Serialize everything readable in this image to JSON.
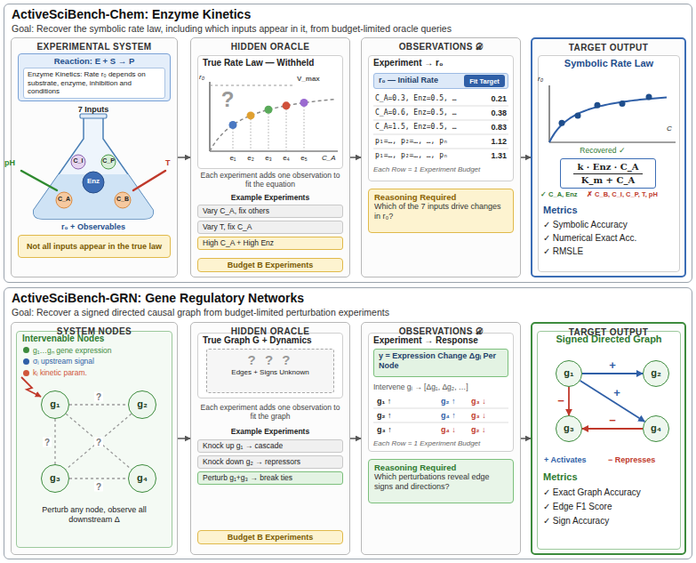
{
  "diagram": {
    "nodes": [
      {
        "text": [
          "ActiveSciBench-Chem: Enzyme Kinetics",
          "Goal: Recover the symbolic rate law, including which inputs appear in it, from budget-limited oracle queries"
        ]
      },
      {
        "text": [
          "EXPERIMENTAL SYSTEM"
        ],
        "in": 0
      },
      {
        "text": [
          "Reaction: E + S → P"
        ],
        "in": 1
      },
      {
        "text": [
          "Enzyme Kinetics: Rate r₀ depends on substrate, enzyme, inhibition and conditions"
        ],
        "in": 2
      },
      {
        "text": [
          "Not all inputs appear in the true law"
        ],
        "in": 1
      },
      {
        "text": [
          "HIDDEN ORACLE"
        ],
        "in": 0
      },
      {
        "text": [
          "True Rate Law — Withheld"
        ],
        "in": 5
      },
      {
        "text": [
          "Vary C_A, fix others"
        ],
        "in": 5
      },
      {
        "text": [
          "Vary T, fix C_A"
        ],
        "in": 5
      },
      {
        "text": [
          "High C_A + High Enz"
        ],
        "in": 5
      },
      {
        "text": [
          "Budget B Experiments"
        ],
        "in": 5
      },
      {
        "text": [
          "OBSERVATIONS 𝒟"
        ],
        "in": 0
      },
      {
        "text": [
          "Experiment → r₀"
        ],
        "in": 11
      },
      {
        "text": [
          "r₀ — Initial Rate"
        ],
        "in": 12
      },
      {
        "text": [
          "Fit Target"
        ],
        "in": 13
      },
      {
        "text": [
          "Reasoning Required",
          "Which of the 7 inputs drive changes in r₀?"
        ],
        "in": 11
      },
      {
        "text": [
          "TARGET OUTPUT"
        ],
        "in": 0
      },
      {
        "text": [
          "Symbolic Rate Law"
        ],
        "in": 16
      },
      {
        "text": [
          "k · Enz · C_A",
          "K_m + C_A"
        ],
        "in": 17
      },
      {
        "text": [
          "ActiveSciBench-GRN: Gene Regulatory Networks",
          "Goal: Recover a signed directed causal graph from budget-limited perturbation experiments"
        ]
      },
      {
        "text": [
          "SYSTEM NODES"
        ],
        "in": 19
      },
      {
        "text": [
          "Intervenable Nodes"
        ],
        "in": 20
      },
      {
        "text": [
          "g₁"
        ],
        "in": 21
      },
      {
        "text": [
          "g₂"
        ],
        "in": 21
      },
      {
        "text": [
          "g₃"
        ],
        "in": 21
      },
      {
        "text": [
          "g₄"
        ],
        "in": 21
      },
      {
        "text": [
          "HIDDEN ORACLE"
        ],
        "in": 19
      },
      {
        "text": [
          "True Graph G + Dynamics"
        ],
        "in": 26
      },
      {
        "text": [
          "? ? ?",
          "Edges + Signs Unknown"
        ],
        "in": 27
      },
      {
        "text": [
          "Knock up g₁ → cascade"
        ],
        "in": 26
      },
      {
        "text": [
          "Knock down g₂ → repressors"
        ],
        "in": 26
      },
      {
        "text": [
          "Perturb g₁+g₃ → break ties"
        ],
        "in": 26
      },
      {
        "text": [
          "Budget B Experiments"
        ],
        "in": 26
      },
      {
        "text": [
          "OBSERVATIONS 𝒟"
        ],
        "in": 19
      },
      {
        "text": [
          "Experiment → Response"
        ],
        "in": 33
      },
      {
        "text": [
          "y = Expression Change Δgᵢ Per Node"
        ],
        "in": 34
      },
      {
        "text": [
          "Reasoning Required",
          "Which perturbations reveal edge signs and directions?"
        ],
        "in": 33
      },
      {
        "text": [
          "TARGET OUTPUT"
        ],
        "in": 19
      },
      {
        "text": [
          "Signed Directed Graph"
        ],
        "in": 37
      },
      {
        "text": [
          "g₁"
        ],
        "in": 38
      },
      {
        "text": [
          "g₂"
        ],
        "in": 38
      },
      {
        "text": [
          "g₃"
        ],
        "in": 38
      },
      {
        "text": [
          "g₄"
        ],
        "in": 38
      }
    ],
    "edges": [
      {
        "from": 1,
        "to": 5,
        "arrow": "to"
      },
      {
        "from": 5,
        "to": 11,
        "arrow": "to"
      },
      {
        "from": 11,
        "to": 16,
        "arrow": "to"
      },
      {
        "from": 20,
        "to": 26,
        "arrow": "to"
      },
      {
        "from": 26,
        "to": 33,
        "arrow": "to"
      },
      {
        "from": 33,
        "to": 37,
        "arrow": "to"
      },
      {
        "from": 22,
        "to": 23,
        "arrow": "none",
        "label": "?"
      },
      {
        "from": 22,
        "to": 24,
        "arrow": "none",
        "label": "?"
      },
      {
        "from": 22,
        "to": 25,
        "arrow": "none"
      },
      {
        "from": 23,
        "to": 24,
        "arrow": "none",
        "label": "?"
      },
      {
        "from": 24,
        "to": 25,
        "arrow": "none",
        "label": "?"
      },
      {
        "from": 39,
        "to": 40,
        "arrow": "to",
        "label": "+"
      },
      {
        "from": 39,
        "to": 42,
        "arrow": "to",
        "label": "+"
      },
      {
        "from": 39,
        "to": 41,
        "arrow": "to",
        "label": "−"
      },
      {
        "from": 42,
        "to": 41,
        "arrow": "to",
        "label": "−"
      }
    ],
    "labels": [
      "7 Inputs",
      "pH",
      "T",
      "C_I",
      "Enz",
      "C_P",
      "C_A",
      "C_B",
      "r₀ + Observables",
      "r₀",
      "?",
      "V_max",
      "e₁",
      "e₂",
      "e₃",
      "e₄",
      "e₅",
      "C_A",
      "Each experiment adds one observation to fit the equation",
      "Example Experiments",
      "C_A=0.3, Enz=0.5, …",
      "0.21",
      "C_A=0.6, Enz=0.5, …",
      "0.38",
      "C_A=1.5, Enz=0.5, …",
      "0.83",
      "p₁=…, p₂=…, …, pₙ",
      "1.12",
      "p₁=…, p₂=…, …, pₙ",
      "1.31",
      "Each Row = 1 Experiment Budget",
      "r₀",
      "C",
      "Recovered ✓",
      "✓ C_A, Enz",
      "✗ C_B, C_I, C_P, T, pH",
      "Metrics",
      "✓ Symbolic Accuracy",
      "✓ Numerical Exact Acc.",
      "✓ RMSLE",
      "Perturb any node, observe all downstream Δ",
      "Each experiment adds one observation to fit the graph",
      "Example Experiments",
      "Intervene gᵢ → [Δg₁, Δg₂, …]",
      "g₁ ↑",
      "g₂ ↑",
      "g₃ ↓",
      "g₂ ↑",
      "g₄ ↑",
      "g₃ ↓",
      "g₃ ↑",
      "g₄ ↓",
      "g₂ ↓",
      "Each Row = 1 Experiment Budget",
      "+ Activates",
      "− Represses",
      "Metrics",
      "✓ Exact Graph Accuracy",
      "✓ Edge F1 Score",
      "✓ Sign Accuracy"
    ],
    "legend": [
      {
        "text": "g₁…gₙ gene expression",
        "color": "#3d8b3d"
      },
      {
        "text": "σᵢ upstream signal",
        "color": "#2f5fa7"
      },
      {
        "text": "kᵢ kinetic param.",
        "color": "#d0563b"
      }
    ]
  }
}
